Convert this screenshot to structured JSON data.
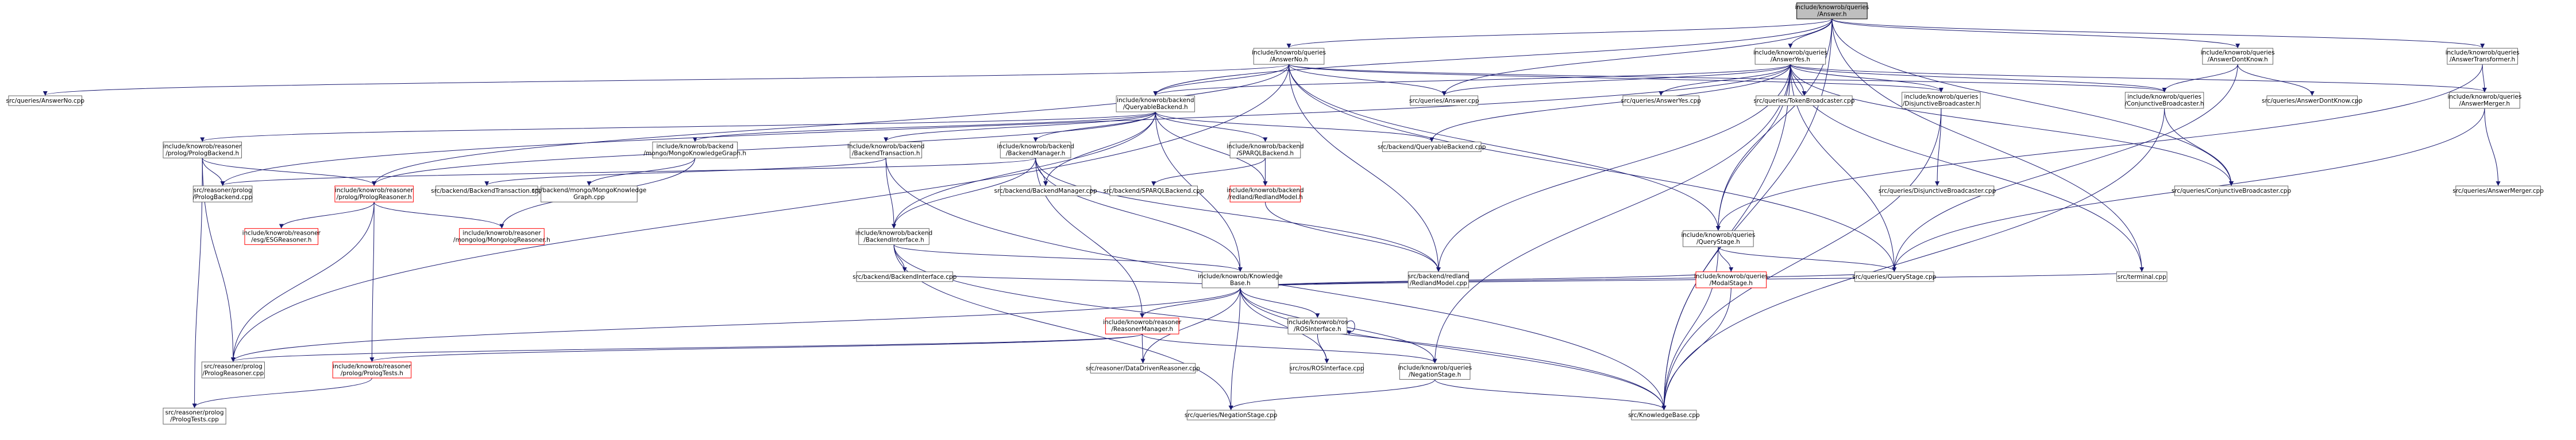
{
  "nodes": [
    {
      "id": "answer_h",
      "lines": [
        "include/knowrob/queries",
        "/Answer.h"
      ],
      "style": "root"
    },
    {
      "id": "answerno_h",
      "lines": [
        "include/knowrob/queries",
        "/AnswerNo.h"
      ]
    },
    {
      "id": "answeryes_h",
      "lines": [
        "include/knowrob/queries",
        "/AnswerYes.h"
      ]
    },
    {
      "id": "answerdontknow_h",
      "lines": [
        "include/knowrob/queries",
        "/AnswerDontKnow.h"
      ]
    },
    {
      "id": "answertransformer_h",
      "lines": [
        "include/knowrob/queries",
        "/AnswerTransformer.h"
      ]
    },
    {
      "id": "answerno_cpp",
      "lines": [
        "src/queries/AnswerNo.cpp"
      ]
    },
    {
      "id": "queryablebackend_h",
      "lines": [
        "include/knowrob/backend",
        "/QueryableBackend.h"
      ]
    },
    {
      "id": "answer_cpp",
      "lines": [
        "src/queries/Answer.cpp"
      ]
    },
    {
      "id": "answeryes_cpp",
      "lines": [
        "src/queries/AnswerYes.cpp"
      ]
    },
    {
      "id": "tokenbroadcaster_cpp",
      "lines": [
        "src/queries/TokenBroadcaster.cpp"
      ]
    },
    {
      "id": "disjunctivebroadcaster_h",
      "lines": [
        "include/knowrob/queries",
        "/DisjunctiveBroadcaster.h"
      ]
    },
    {
      "id": "conjunctivebroadcaster_h",
      "lines": [
        "include/knowrob/queries",
        "/ConjunctiveBroadcaster.h"
      ]
    },
    {
      "id": "answerdontknow_cpp",
      "lines": [
        "src/queries/AnswerDontKnow.cpp"
      ]
    },
    {
      "id": "answermerger_h",
      "lines": [
        "include/knowrob/queries",
        "/AnswerMerger.h"
      ]
    },
    {
      "id": "prologbackend_h",
      "lines": [
        "include/knowrob/reasoner",
        "/prolog/PrologBackend.h"
      ]
    },
    {
      "id": "mongoknowledgegraph_h",
      "lines": [
        "include/knowrob/backend",
        "/mongo/MongoKnowledgeGraph.h"
      ]
    },
    {
      "id": "backendtransaction_h",
      "lines": [
        "include/knowrob/backend",
        "/BackendTransaction.h"
      ]
    },
    {
      "id": "backendmanager_h",
      "lines": [
        "include/knowrob/backend",
        "/BackendManager.h"
      ]
    },
    {
      "id": "sparqlbackend_h",
      "lines": [
        "include/knowrob/backend",
        "/SPARQLBackend.h"
      ]
    },
    {
      "id": "queryablebackend_cpp",
      "lines": [
        "src/backend/QueryableBackend.cpp"
      ]
    },
    {
      "id": "disjunctivebroadcaster_cpp",
      "lines": [
        "src/queries/DisjunctiveBroadcaster.cpp"
      ]
    },
    {
      "id": "conjunctivebroadcaster_cpp",
      "lines": [
        "src/queries/ConjunctiveBroadcaster.cpp"
      ]
    },
    {
      "id": "answermerger_cpp",
      "lines": [
        "src/queries/AnswerMerger.cpp"
      ]
    },
    {
      "id": "prologbackend_cpp",
      "lines": [
        "src/reasoner/prolog",
        "/PrologBackend.cpp"
      ]
    },
    {
      "id": "prologreasoner_h",
      "lines": [
        "include/knowrob/reasoner",
        "/prolog/PrologReasoner.h"
      ],
      "style": "red"
    },
    {
      "id": "backendtransaction_cpp",
      "lines": [
        "src/backend/BackendTransaction.cpp"
      ]
    },
    {
      "id": "mongoknowledgegraph_cpp",
      "lines": [
        "src/backend/mongo/MongoKnowledge",
        "Graph.cpp"
      ]
    },
    {
      "id": "backendinterface_h",
      "lines": [
        "include/knowrob/backend",
        "/BackendInterface.h"
      ]
    },
    {
      "id": "backendmanager_cpp",
      "lines": [
        "src/backend/BackendManager.cpp"
      ]
    },
    {
      "id": "sparqlbackend_cpp",
      "lines": [
        "src/backend/SPARQLBackend.cpp"
      ]
    },
    {
      "id": "redlandmodel_h",
      "lines": [
        "include/knowrob/backend",
        "/redland/RedlandModel.h"
      ],
      "style": "red"
    },
    {
      "id": "querystage_h",
      "lines": [
        "include/knowrob/queries",
        "/QueryStage.h"
      ]
    },
    {
      "id": "esgreasoner_h",
      "lines": [
        "include/knowrob/reasoner",
        "/esg/ESGReasoner.h"
      ],
      "style": "red"
    },
    {
      "id": "mongologreasoner_h",
      "lines": [
        "include/knowrob/reasoner",
        "/mongolog/MongologReasoner.h"
      ],
      "style": "red"
    },
    {
      "id": "backendinterface_cpp",
      "lines": [
        "src/backend/BackendInterface.cpp"
      ]
    },
    {
      "id": "knowledgebase_h",
      "lines": [
        "include/knowrob/Knowledge",
        "Base.h"
      ]
    },
    {
      "id": "redlandmodel_cpp",
      "lines": [
        "src/backend/redland",
        "/RedlandModel.cpp"
      ]
    },
    {
      "id": "modalstage_h",
      "lines": [
        "include/knowrob/queries",
        "/ModalStage.h"
      ],
      "style": "red"
    },
    {
      "id": "querystage_cpp",
      "lines": [
        "src/queries/QueryStage.cpp"
      ]
    },
    {
      "id": "terminal_cpp",
      "lines": [
        "src/terminal.cpp"
      ]
    },
    {
      "id": "reasonermanager_h",
      "lines": [
        "include/knowrob/reasoner",
        "/ReasonerManager.h"
      ],
      "style": "red"
    },
    {
      "id": "rosinterface_h",
      "lines": [
        "include/knowrob/ros",
        "/ROSInterface.h"
      ]
    },
    {
      "id": "prologreasoner_cpp",
      "lines": [
        "src/reasoner/prolog",
        "/PrologReasoner.cpp"
      ]
    },
    {
      "id": "prologtests_h",
      "lines": [
        "include/knowrob/reasoner",
        "/prolog/PrologTests.h"
      ],
      "style": "red"
    },
    {
      "id": "datadrivenreasoner_cpp",
      "lines": [
        "src/reasoner/DataDrivenReasoner.cpp"
      ]
    },
    {
      "id": "rosinterface_cpp",
      "lines": [
        "src/ros/ROSInterface.cpp"
      ]
    },
    {
      "id": "negationstage_h",
      "lines": [
        "include/knowrob/queries",
        "/NegationStage.h"
      ]
    },
    {
      "id": "prologtests_cpp",
      "lines": [
        "src/reasoner/prolog",
        "/PrologTests.cpp"
      ]
    },
    {
      "id": "negationstage_cpp",
      "lines": [
        "src/queries/NegationStage.cpp"
      ]
    },
    {
      "id": "knowledgebase_cpp",
      "lines": [
        "src/KnowledgeBase.cpp"
      ]
    }
  ],
  "edges": [
    [
      "answer_h",
      "answerno_h"
    ],
    [
      "answer_h",
      "answeryes_h"
    ],
    [
      "answer_h",
      "answerdontknow_h"
    ],
    [
      "answer_h",
      "answertransformer_h"
    ],
    [
      "answer_h",
      "queryablebackend_h"
    ],
    [
      "answer_h",
      "answer_cpp"
    ],
    [
      "answer_h",
      "querystage_h"
    ],
    [
      "answer_h",
      "terminal_cpp"
    ],
    [
      "answer_h",
      "conjunctivebroadcaster_cpp"
    ],
    [
      "answer_h",
      "knowledgebase_cpp"
    ],
    [
      "answerno_h",
      "answerno_cpp"
    ],
    [
      "answerno_h",
      "queryablebackend_h"
    ],
    [
      "answerno_h",
      "answer_cpp"
    ],
    [
      "answerno_h",
      "disjunctivebroadcaster_h"
    ],
    [
      "answerno_h",
      "conjunctivebroadcaster_h"
    ],
    [
      "answerno_h",
      "prologreasoner_cpp"
    ],
    [
      "answerno_h",
      "querystage_h"
    ],
    [
      "answerno_h",
      "querystage_cpp"
    ],
    [
      "answerno_h",
      "prologreasoner_h"
    ],
    [
      "answerno_h",
      "redlandmodel_cpp"
    ],
    [
      "answeryes_h",
      "queryablebackend_h"
    ],
    [
      "answeryes_h",
      "answer_cpp"
    ],
    [
      "answeryes_h",
      "answeryes_cpp"
    ],
    [
      "answeryes_h",
      "tokenbroadcaster_cpp"
    ],
    [
      "answeryes_h",
      "disjunctivebroadcaster_h"
    ],
    [
      "answeryes_h",
      "conjunctivebroadcaster_h"
    ],
    [
      "answeryes_h",
      "answermerger_h"
    ],
    [
      "answeryes_h",
      "querystage_h"
    ],
    [
      "answeryes_h",
      "querystage_cpp"
    ],
    [
      "answeryes_h",
      "terminal_cpp"
    ],
    [
      "answeryes_h",
      "knowledgebase_cpp"
    ],
    [
      "answeryes_h",
      "negationstage_h"
    ],
    [
      "answeryes_h",
      "conjunctivebroadcaster_cpp"
    ],
    [
      "answeryes_h",
      "queryablebackend_cpp"
    ],
    [
      "answeryes_h",
      "redlandmodel_cpp"
    ],
    [
      "answeryes_h",
      "prologbackend_cpp"
    ],
    [
      "answerdontknow_h",
      "conjunctivebroadcaster_h"
    ],
    [
      "answerdontknow_h",
      "answerdontknow_cpp"
    ],
    [
      "answerdontknow_h",
      "querystage_cpp"
    ],
    [
      "answertransformer_h",
      "answermerger_h"
    ],
    [
      "answertransformer_h",
      "querystage_h"
    ],
    [
      "answermerger_h",
      "answermerger_cpp"
    ],
    [
      "answermerger_h",
      "querystage_cpp"
    ],
    [
      "disjunctivebroadcaster_h",
      "disjunctivebroadcaster_cpp"
    ],
    [
      "disjunctivebroadcaster_h",
      "knowledgebase_cpp"
    ],
    [
      "conjunctivebroadcaster_h",
      "conjunctivebroadcaster_cpp"
    ],
    [
      "conjunctivebroadcaster_h",
      "knowledgebase_cpp"
    ],
    [
      "queryablebackend_h",
      "prologbackend_h"
    ],
    [
      "queryablebackend_h",
      "mongoknowledgegraph_h"
    ],
    [
      "queryablebackend_h",
      "backendtransaction_h"
    ],
    [
      "queryablebackend_h",
      "backendmanager_h"
    ],
    [
      "queryablebackend_h",
      "sparqlbackend_h"
    ],
    [
      "queryablebackend_h",
      "queryablebackend_cpp"
    ],
    [
      "queryablebackend_h",
      "backendinterface_h"
    ],
    [
      "queryablebackend_h",
      "knowledgebase_h"
    ],
    [
      "queryablebackend_h",
      "backendmanager_cpp"
    ],
    [
      "queryablebackend_h",
      "redlandmodel_h"
    ],
    [
      "queryablebackend_h",
      "prologreasoner_h"
    ],
    [
      "prologbackend_h",
      "prologbackend_cpp"
    ],
    [
      "prologbackend_h",
      "prologreasoner_h"
    ],
    [
      "prologbackend_h",
      "prologreasoner_cpp"
    ],
    [
      "prologbackend_h",
      "prologtests_cpp"
    ],
    [
      "mongoknowledgegraph_h",
      "mongoknowledgegraph_cpp"
    ],
    [
      "mongoknowledgegraph_h",
      "mongologreasoner_h"
    ],
    [
      "backendtransaction_h",
      "backendtransaction_cpp"
    ],
    [
      "backendtransaction_h",
      "backendinterface_h"
    ],
    [
      "backendtransaction_h",
      "knowledgebase_cpp"
    ],
    [
      "backendmanager_h",
      "backendmanager_cpp"
    ],
    [
      "backendmanager_h",
      "backendinterface_h"
    ],
    [
      "backendmanager_h",
      "knowledgebase_h"
    ],
    [
      "backendmanager_h",
      "reasonermanager_h"
    ],
    [
      "backendmanager_h",
      "redlandmodel_cpp"
    ],
    [
      "backendmanager_h",
      "prologbackend_cpp"
    ],
    [
      "sparqlbackend_h",
      "sparqlbackend_cpp"
    ],
    [
      "sparqlbackend_h",
      "redlandmodel_h"
    ],
    [
      "redlandmodel_h",
      "redlandmodel_cpp"
    ],
    [
      "backendinterface_h",
      "backendinterface_cpp"
    ],
    [
      "backendinterface_h",
      "knowledgebase_h"
    ],
    [
      "backendinterface_h",
      "negationstage_cpp"
    ],
    [
      "backendinterface_h",
      "knowledgebase_cpp"
    ],
    [
      "prologreasoner_h",
      "esgreasoner_h"
    ],
    [
      "prologreasoner_h",
      "mongologreasoner_h"
    ],
    [
      "prologreasoner_h",
      "prologtests_h"
    ],
    [
      "prologreasoner_h",
      "prologreasoner_cpp"
    ],
    [
      "querystage_h",
      "querystage_cpp"
    ],
    [
      "querystage_h",
      "modalstage_h"
    ],
    [
      "querystage_h",
      "knowledgebase_cpp"
    ],
    [
      "knowledgebase_h",
      "querystage_cpp"
    ],
    [
      "knowledgebase_h",
      "terminal_cpp"
    ],
    [
      "knowledgebase_h",
      "modalstage_h"
    ],
    [
      "knowledgebase_h",
      "reasonermanager_h"
    ],
    [
      "knowledgebase_h",
      "rosinterface_h"
    ],
    [
      "knowledgebase_h",
      "prologreasoner_cpp"
    ],
    [
      "knowledgebase_h",
      "datadrivenreasoner_cpp"
    ],
    [
      "knowledgebase_h",
      "rosinterface_cpp"
    ],
    [
      "knowledgebase_h",
      "negationstage_h"
    ],
    [
      "knowledgebase_h",
      "negationstage_cpp"
    ],
    [
      "knowledgebase_h",
      "knowledgebase_cpp"
    ],
    [
      "knowledgebase_h",
      "backendinterface_cpp"
    ],
    [
      "modalstage_h",
      "knowledgebase_cpp"
    ],
    [
      "reasonermanager_h",
      "prologreasoner_cpp"
    ],
    [
      "reasonermanager_h",
      "prologtests_h"
    ],
    [
      "reasonermanager_h",
      "datadrivenreasoner_cpp"
    ],
    [
      "reasonermanager_h",
      "negationstage_h"
    ],
    [
      "rosinterface_h",
      "rosinterface_cpp"
    ],
    [
      "rosinterface_h",
      "rosinterface_h"
    ],
    [
      "prologtests_h",
      "prologtests_cpp"
    ],
    [
      "negationstage_h",
      "negationstage_cpp"
    ],
    [
      "negationstage_h",
      "knowledgebase_cpp"
    ]
  ]
}
